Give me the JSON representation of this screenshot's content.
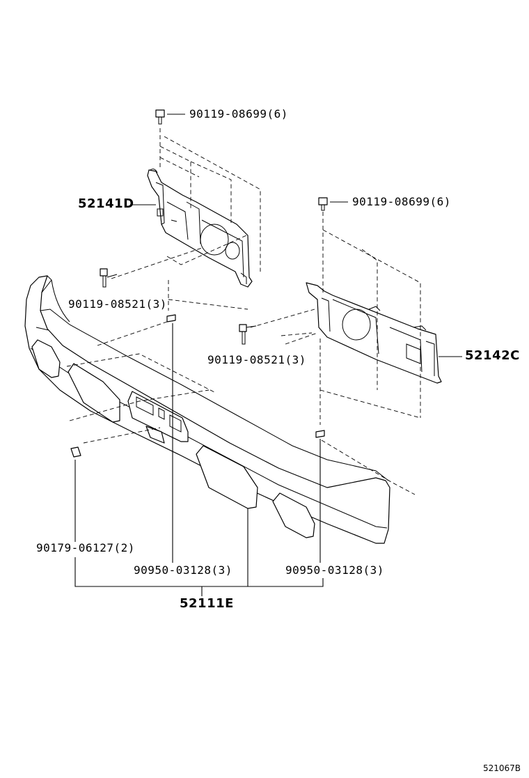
{
  "parts": {
    "bolt_top_left": "90119-08699(6)",
    "bolt_top_right": "90119-08699(6)",
    "bracket_left": "52141D",
    "bracket_right": "52142C",
    "screw_left": "90119-08521(3)",
    "screw_right": "90119-08521(3)",
    "clip_left": "90179-06127(2)",
    "retainer_left": "90950-03128(3)",
    "retainer_right": "90950-03128(3)",
    "bumper": "52111E"
  },
  "diagram_code": "521067B"
}
